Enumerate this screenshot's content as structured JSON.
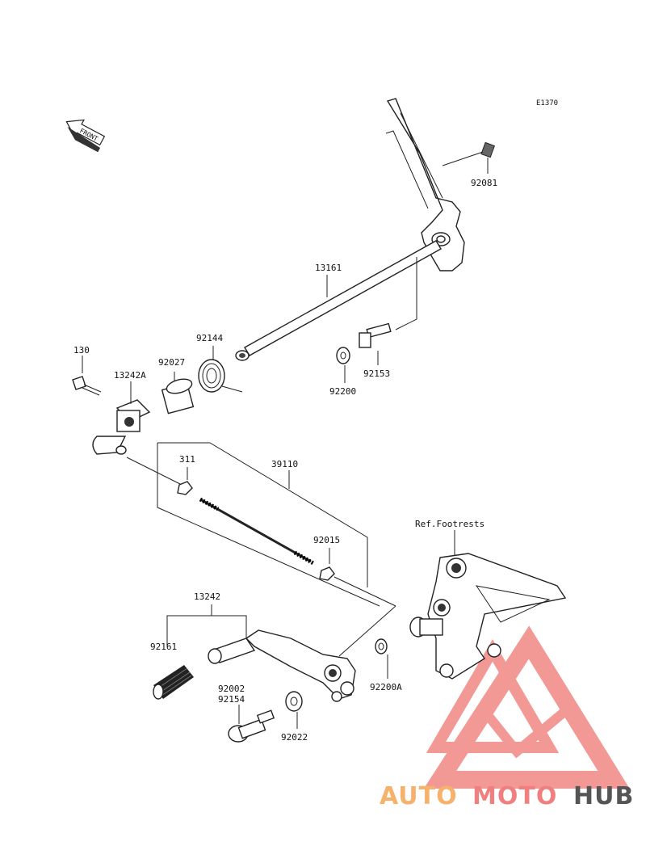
{
  "diagram_code": "E1370",
  "front_label": "FRONT",
  "reference_label": "Ref.Footrests",
  "parts": {
    "p130": "130",
    "p13242A": "13242A",
    "p92027": "92027",
    "p92144": "92144",
    "p13161": "13161",
    "p92081": "92081",
    "p92153": "92153",
    "p92200": "92200",
    "p311": "311",
    "p39110": "39110",
    "p92015": "92015",
    "p13242": "13242",
    "p92161": "92161",
    "p92002": "92002",
    "p92154": "92154",
    "p92022": "92022",
    "p92200A": "92200A"
  },
  "watermark": {
    "part1": "AUTO",
    "part2": "MOTO",
    "part3": "HUB",
    "color1": "#f6b26b",
    "color2": "#f08080",
    "color3": "#555555",
    "triangle_color": "#e8463f"
  }
}
